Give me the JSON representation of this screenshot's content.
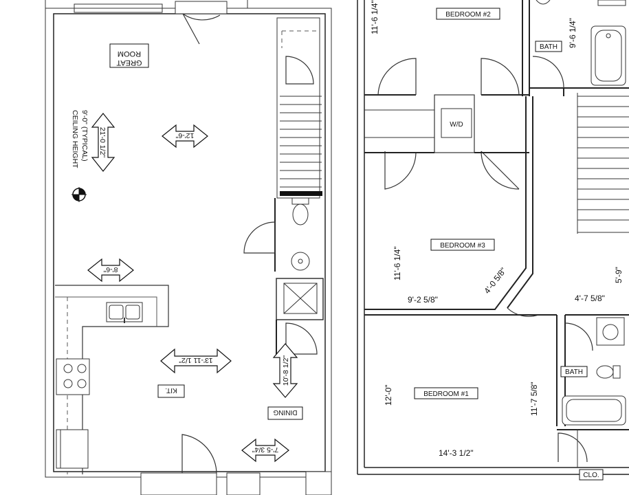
{
  "rooms": {
    "great_room_line1": "GREAT",
    "great_room_line2": "ROOM",
    "kitchen": "KIT.",
    "dining": "DINING",
    "bedroom2": "BEDROOM #2",
    "bedroom3": "BEDROOM #3",
    "bedroom1": "BEDROOM #1",
    "bath_upper": "BATH",
    "bath_lower": "BATH",
    "washer_dryer": "W/D",
    "closet": "CLO."
  },
  "notes": {
    "ceiling_line1": "9'-0\" (TYPICAL)",
    "ceiling_line2": "CEILING HEIGHT"
  },
  "dimensions": {
    "great_room_height": "21'-0 1/2\"",
    "great_room_width": "12'-6\"",
    "kitchen_bar": "8'-6\"",
    "kitchen_width": "13'-11 1/2\"",
    "dining_depth": "10'-8 1/2\"",
    "dining_width": "7'-5 3/4\"",
    "bed2_depth": "11'-6 1/4\"",
    "bath_upper_depth": "9'-6 1/4\"",
    "bed3_depth": "11'-6 1/4\"",
    "bed3_width": "9'-2 5/8\"",
    "bed3_angle": "4'-0 5/8\"",
    "hall_width": "4'-7 5/8\"",
    "hall_depth": "5'-9\"",
    "bed1_depth": "12'-0\"",
    "bed1_width": "14'-3 1/2\"",
    "bath_lower_depth": "11'-7 5/8\""
  }
}
